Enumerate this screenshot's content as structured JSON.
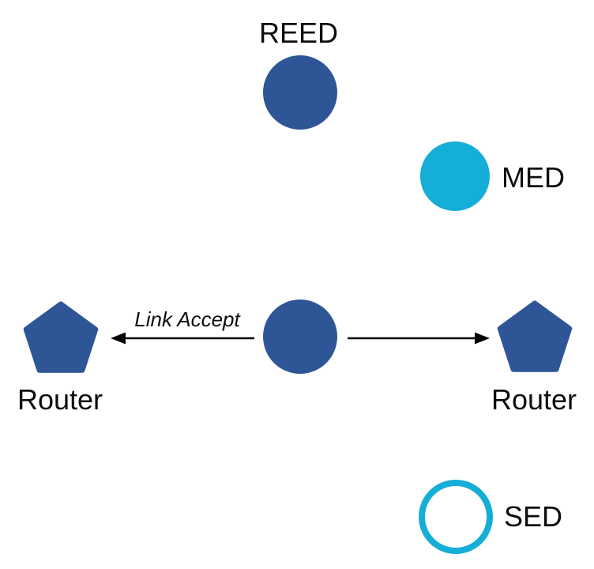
{
  "diagram": {
    "type": "network-topology",
    "background": "#ffffff",
    "labels": {
      "reed": "REED",
      "med": "MED",
      "router_left": "Router",
      "router_right": "Router",
      "sed": "SED",
      "link_accept": "Link Accept"
    },
    "colors": {
      "node_dark_blue": "#2E5697",
      "node_cyan": "#14AED6",
      "arrow": "#000000",
      "text": "#0d0d0d"
    },
    "nodes": [
      {
        "id": "reed",
        "label": "REED",
        "shape": "circle",
        "style": "solid dark blue",
        "label_position": "above"
      },
      {
        "id": "med",
        "label": "MED",
        "shape": "circle",
        "style": "solid cyan",
        "label_position": "right"
      },
      {
        "id": "router-left",
        "label": "Router",
        "shape": "pentagon",
        "style": "solid dark blue",
        "label_position": "below"
      },
      {
        "id": "center-device",
        "label": "",
        "shape": "circle",
        "style": "solid dark blue",
        "label_position": "none"
      },
      {
        "id": "router-right",
        "label": "Router",
        "shape": "pentagon",
        "style": "solid dark blue",
        "label_position": "below"
      },
      {
        "id": "sed",
        "label": "SED",
        "shape": "circle",
        "style": "cyan outline, hollow",
        "label_position": "right"
      }
    ],
    "edges": [
      {
        "from": "center-device",
        "to": "router-left",
        "label": "Link Accept",
        "arrow": "single-head left"
      },
      {
        "from": "center-device",
        "to": "router-right",
        "label": "",
        "arrow": "single-head right"
      }
    ]
  }
}
